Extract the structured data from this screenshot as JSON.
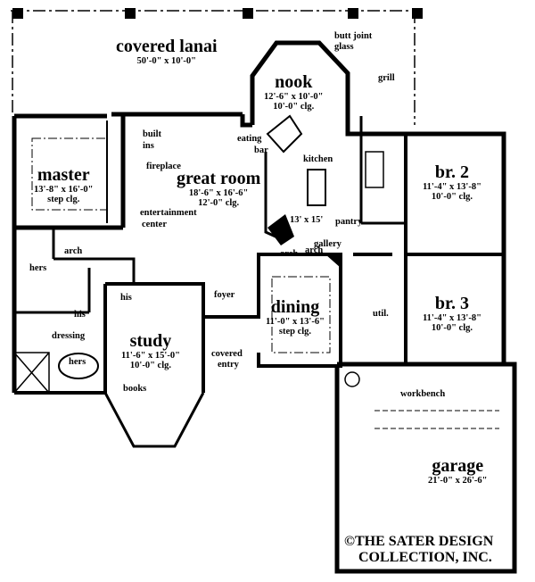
{
  "rooms": {
    "lanai": {
      "name": "covered lanai",
      "size": "50'-0\"  x  10'-0\""
    },
    "nook": {
      "name": "nook",
      "size": "12'-6\"  x  10'-0\"",
      "ceiling": "10'-0\"  clg."
    },
    "master": {
      "name": "master",
      "size": "13'-8\"  x  16'-0\"",
      "ceiling": "step  clg."
    },
    "great_room": {
      "name": "great room",
      "size": "18'-6\"  x  16'-6\"",
      "ceiling": "12'-0\"  clg."
    },
    "kitchen": {
      "name": "kitchen",
      "size": "13' x 15'"
    },
    "br2": {
      "name": "br. 2",
      "size": "11'-4\"  x  13'-8\"",
      "ceiling": "10'-0\"  clg."
    },
    "br3": {
      "name": "br. 3",
      "size": "11'-4\"  x  13'-8\"",
      "ceiling": "10'-0\"  clg."
    },
    "dining": {
      "name": "dining",
      "size": "11'-0\"  x  13'-6\"",
      "ceiling": "step  clg."
    },
    "study": {
      "name": "study",
      "size": "11'-6\"  x  15'-0\"",
      "ceiling": "10'-0\"  clg."
    },
    "garage": {
      "name": "garage",
      "size": "21'-0\"  x  26'-6\""
    }
  },
  "labels": {
    "butt_joint": "butt joint",
    "glass": "glass",
    "grill": "grill",
    "built": "built",
    "ins": "ins",
    "fireplace": "fireplace",
    "eating": "eating",
    "bar": "bar",
    "entertainment": "entertainment",
    "center": "center",
    "pantry": "pantry",
    "arch_master": "arch",
    "arch_kitchen": "arch",
    "arch_dining": "arch",
    "gallery": "gallery",
    "hers_closet": "hers",
    "his_closet": "his",
    "his_sink": "his",
    "dressing": "dressing",
    "hers_sink": "hers",
    "foyer": "foyer",
    "covered": "covered",
    "entry": "entry",
    "util": "util.",
    "books": "books",
    "workbench": "workbench"
  },
  "copyright": {
    "line1": "©THE SATER DESIGN",
    "line2": "COLLECTION, INC."
  }
}
